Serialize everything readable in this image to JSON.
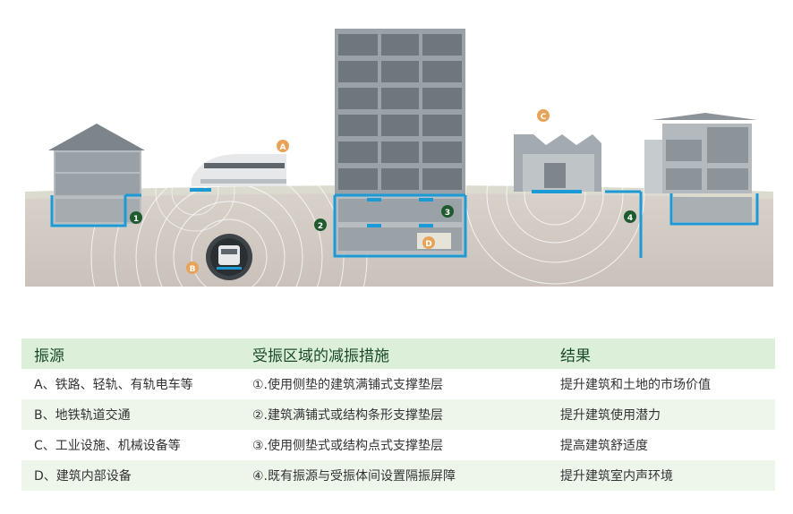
{
  "diagram": {
    "labels": {
      "a": "A",
      "b": "B",
      "c": "C",
      "d": "D",
      "n1": "1",
      "n2": "2",
      "n3": "3",
      "n4": "4"
    },
    "colors": {
      "sky": "#ffffff",
      "ground_fill": "#cfc8c1",
      "ground_surface": "#dcdbcf",
      "building_gray": "#8c9499",
      "window_dark": "#5e666b",
      "isolation_blue": "#1b9ad6",
      "badge_orange": "#e8a35a",
      "badge_green": "#1e5b2e",
      "wave_stroke": "#ffffff"
    }
  },
  "table": {
    "headers": [
      "振源",
      "受振区域的减振措施",
      "结果"
    ],
    "rows": [
      [
        "A、铁路、轻轨、有轨电车等",
        "①.使用侧垫的建筑满铺式支撑垫层",
        "提升建筑和土地的市场价值"
      ],
      [
        "B、地铁轨道交通",
        "②.建筑满铺式或结构条形支撑垫层",
        "提升建筑使用潜力"
      ],
      [
        "C、工业设施、机械设备等",
        "③.使用侧垫式或结构点式支撑垫层",
        "提高建筑舒适度"
      ],
      [
        "D、建筑内部设备",
        "④.既有振源与受振体间设置隔振屏障",
        "提升建筑室内声环境"
      ]
    ]
  }
}
